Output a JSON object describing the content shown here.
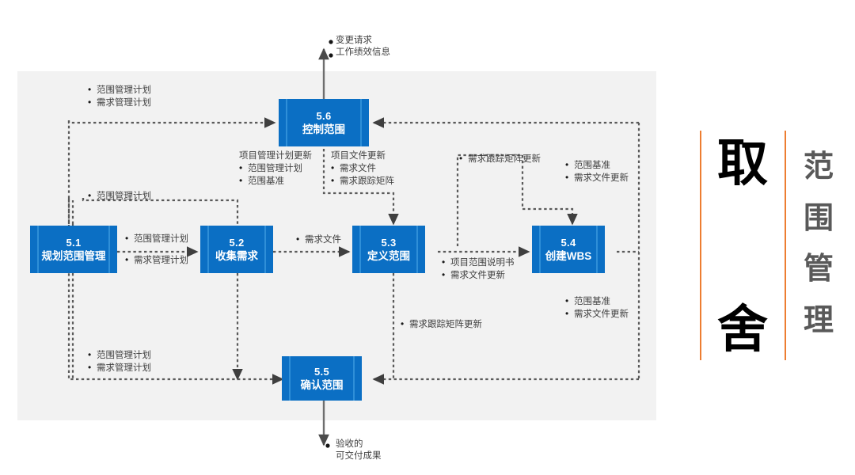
{
  "diagram": {
    "title_vertical": "取舍",
    "subtitle_vertical": "范围管理",
    "accent_color": "#ed7d31",
    "node_color": "#0b6fc4",
    "panel_color": "#f2f2f2",
    "nodes": [
      {
        "id": "5.1",
        "num": "5.1",
        "name": "规划范围管理"
      },
      {
        "id": "5.2",
        "num": "5.2",
        "name": "收集需求"
      },
      {
        "id": "5.3",
        "num": "5.3",
        "name": "定义范围"
      },
      {
        "id": "5.4",
        "num": "5.4",
        "name": "创建WBS"
      },
      {
        "id": "5.5",
        "num": "5.5",
        "name": "确认范围"
      },
      {
        "id": "5.6",
        "num": "5.6",
        "name": "控制范围"
      }
    ],
    "labels": {
      "top_output": {
        "l1": "变更请求",
        "l2": "工作绩效信息"
      },
      "top_left_plan": {
        "l1": "范围管理计划",
        "l2": "需求管理计划"
      },
      "mid_left_plan": {
        "l1": "范围管理计划"
      },
      "pm_plan_update": {
        "hdr": "项目管理计划更新",
        "l1": "范围管理计划",
        "l2": "范围基准"
      },
      "doc_update": {
        "hdr": "项目文件更新",
        "l1": "需求文件",
        "l2": "需求跟踪矩阵"
      },
      "rtm_update_top": {
        "l1": "需求跟踪矩阵更新"
      },
      "baseline_docs_top": {
        "l1": "范围基准",
        "l2": "需求文件更新"
      },
      "plan_5_1_to_5_2": {
        "l1": "范围管理计划",
        "l2": "需求管理计划"
      },
      "req_doc": {
        "l1": "需求文件"
      },
      "scope_stmt": {
        "l1": "项目范围说明书",
        "l2": "需求文件更新"
      },
      "baseline_docs_bottom": {
        "l1": "范围基准",
        "l2": "需求文件更新"
      },
      "rtm_update_bottom": {
        "l1": "需求跟踪矩阵更新"
      },
      "bottom_left_plan": {
        "l1": "范围管理计划",
        "l2": "需求管理计划"
      },
      "bottom_output": {
        "l1": "验收的",
        "l2": "可交付成果"
      }
    }
  }
}
